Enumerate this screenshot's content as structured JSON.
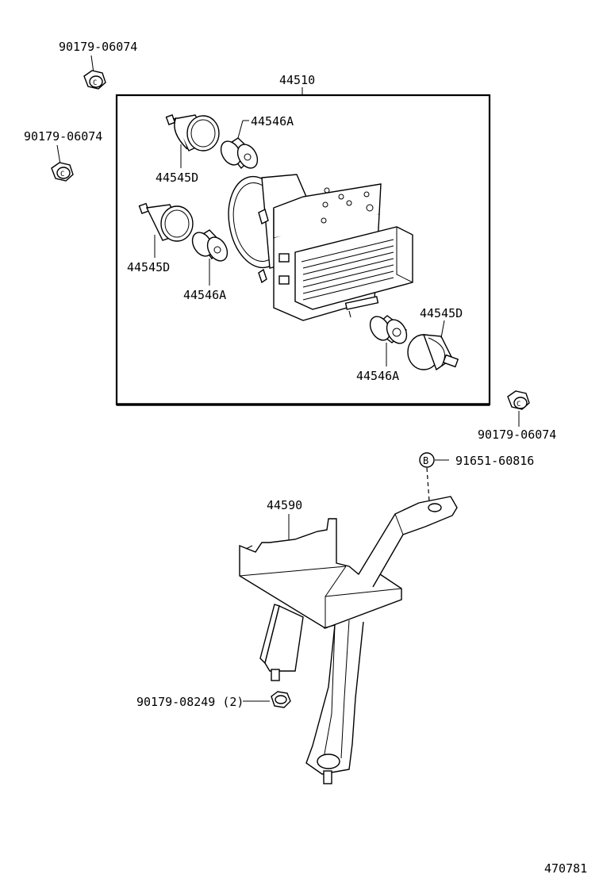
{
  "labels": {
    "bolt_top_left": "90179-06074",
    "bolt_mid_left": "90179-06074",
    "bolt_right": "90179-06074",
    "actuator_assy": "44510",
    "cushion_a_top": "44546A",
    "cushion_d_top": "44545D",
    "cushion_d_mid": "44545D",
    "cushion_a_mid": "44546A",
    "cushion_d_right": "44545D",
    "cushion_a_bottom": "44546A",
    "bracket": "44590",
    "ref_callout": "B",
    "ref_bolt": "91651-60816",
    "nut": "90179-08249 (2)",
    "diagram_id": "470781"
  },
  "icons": [
    "bolt-icon",
    "cushion-icon",
    "actuator-icon",
    "bracket-icon",
    "nut-icon",
    "callout-circle-icon"
  ]
}
